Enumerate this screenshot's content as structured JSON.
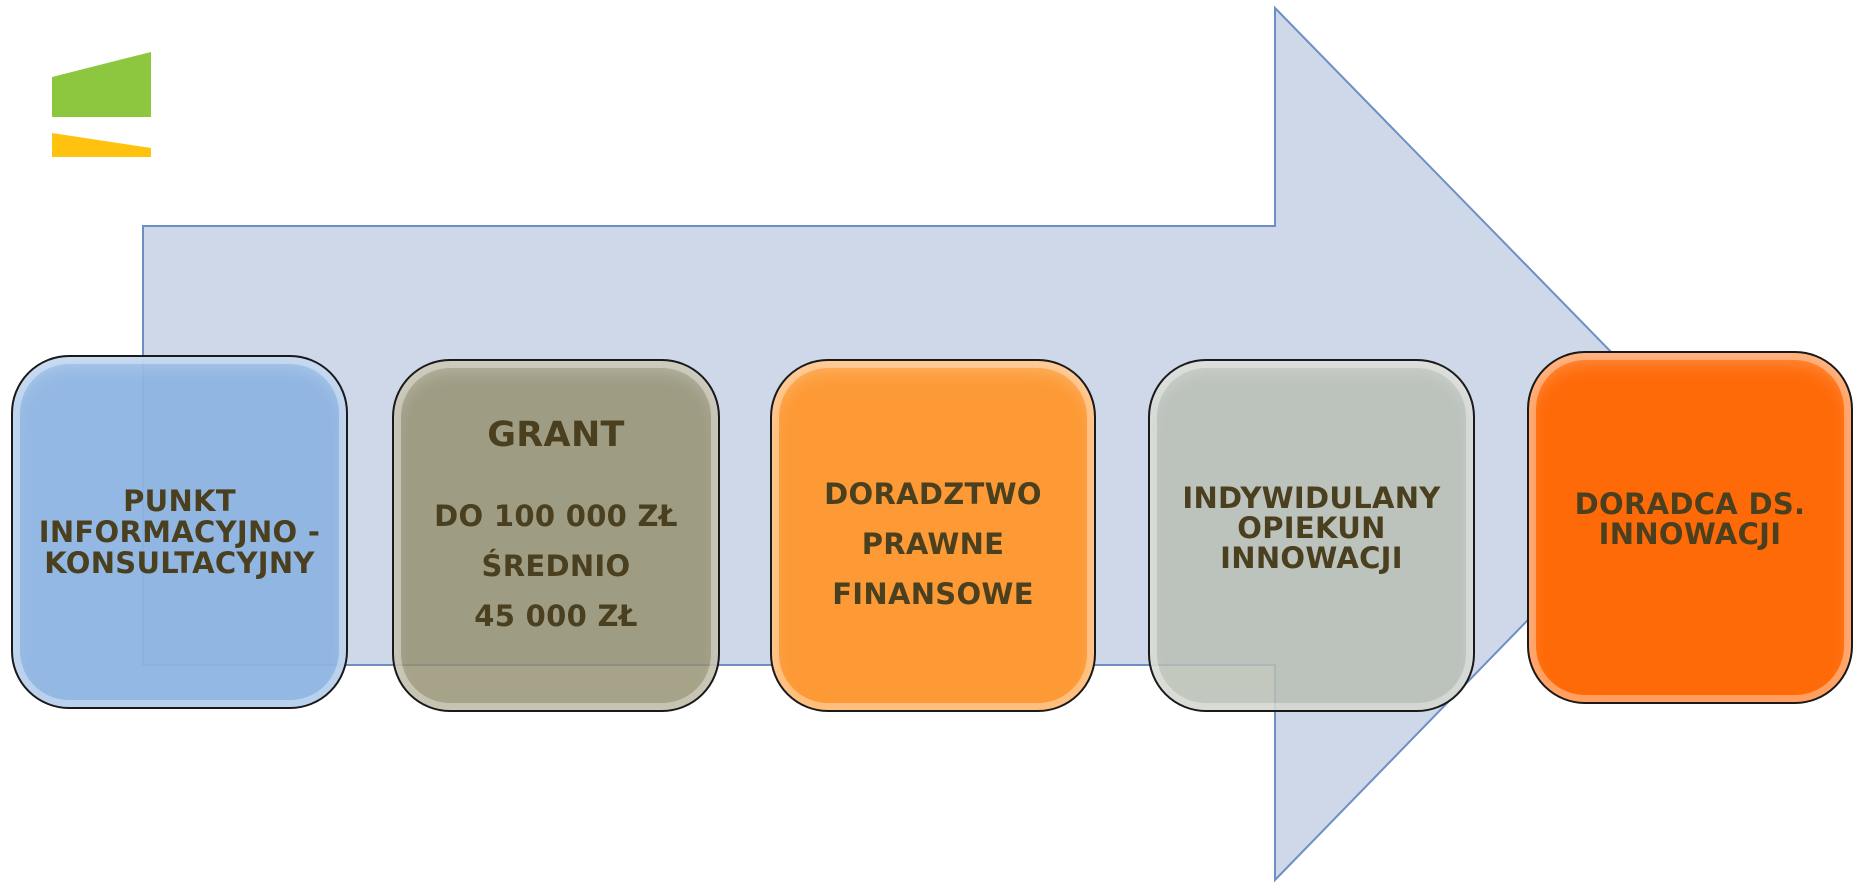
{
  "colors": {
    "arrow_fill": "#cfd8e8",
    "arrow_stroke": "#6d8fc4",
    "logo_green": "#8dc63f",
    "logo_yellow": "#ffc20e",
    "text": "#4a3f1e"
  },
  "steps": [
    {
      "lines": [
        "PUNKT",
        "INFORMACYJNO -",
        "KONSULTACYJNY"
      ],
      "color": "#8db4e2"
    },
    {
      "title": "GRANT",
      "lines": [
        "DO 100 000 ZŁ",
        "ŚREDNIO",
        "45 000 ZŁ"
      ],
      "color": "#948f6e"
    },
    {
      "lines": [
        "DORADZTWO",
        "PRAWNE",
        "FINANSOWE"
      ],
      "color": "#fd9a35"
    },
    {
      "lines": [
        "INDYWIDULANY",
        "OPIEKUN",
        "INNOWACJI"
      ],
      "color": "#b9beb4"
    },
    {
      "lines": [
        "DORADCA DS.",
        "INNOWACJI"
      ],
      "color": "#ff6a08"
    }
  ]
}
